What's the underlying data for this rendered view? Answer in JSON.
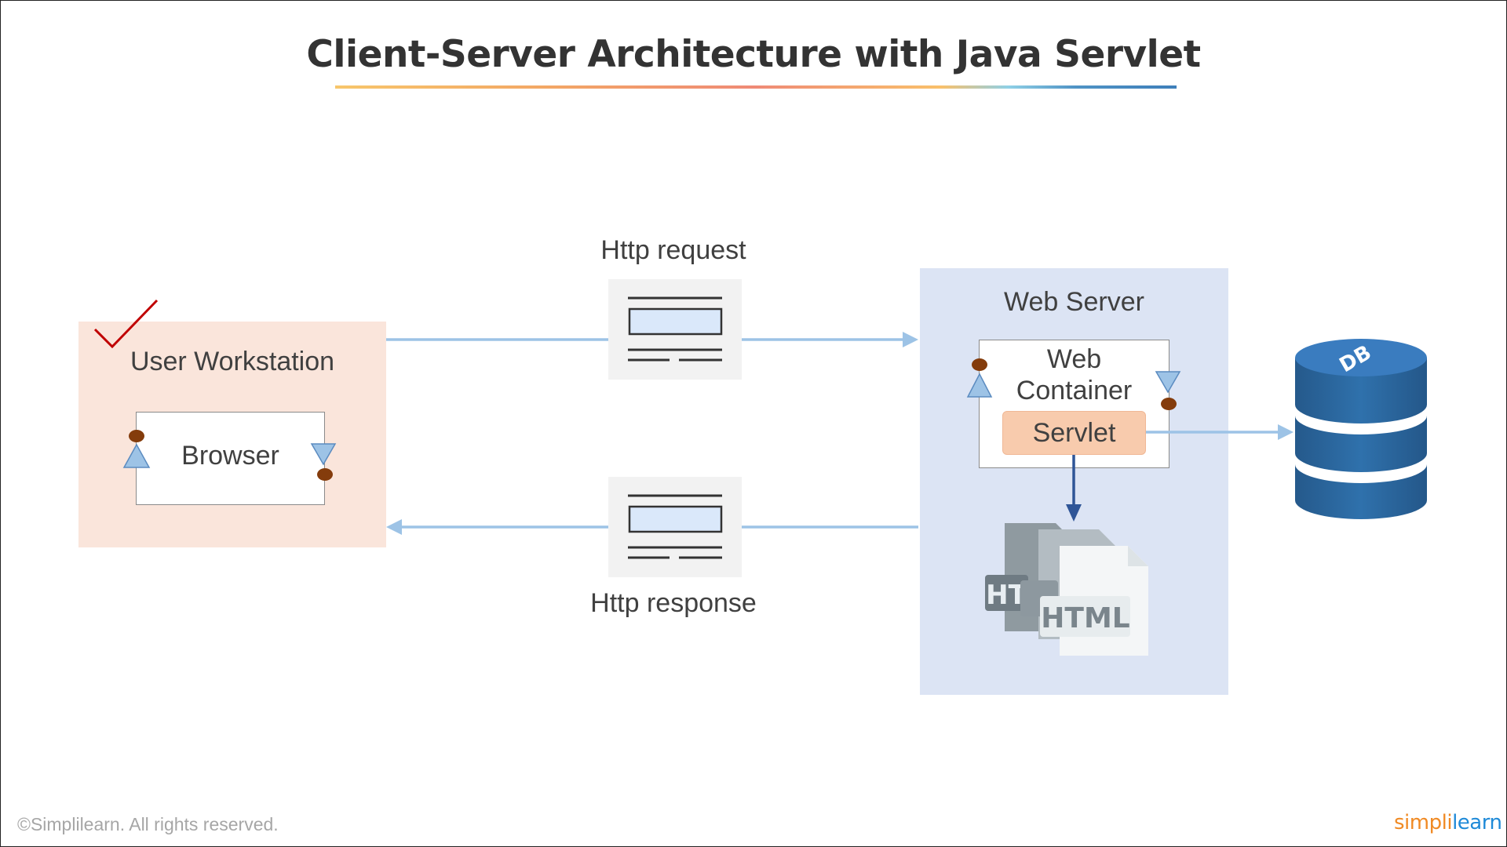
{
  "slide": {
    "title": "Client-Server Architecture with Java Servlet"
  },
  "client": {
    "workstation_label": "User Workstation",
    "browser_label": "Browser"
  },
  "messages": {
    "request_label": "Http request",
    "response_label": "Http response"
  },
  "server": {
    "webserver_label": "Web Server",
    "container_label_line1": "Web",
    "container_label_line2": "Container",
    "servlet_label": "Servlet",
    "html_doc_label": "HTML",
    "html_doc_back_label": "HT"
  },
  "database": {
    "label": "DB"
  },
  "footer": {
    "copyright": "©Simplilearn. All rights reserved.",
    "logo_part1": "simpl",
    "logo_part2": "i",
    "logo_part3": "learn"
  },
  "colors": {
    "workstation_bg": "#fae5db",
    "webserver_bg": "#dce4f4",
    "servlet_bg": "#f8cbad",
    "arrow": "#9dc3e6",
    "db": "#2e6da4",
    "checkmark": "#c00000"
  }
}
